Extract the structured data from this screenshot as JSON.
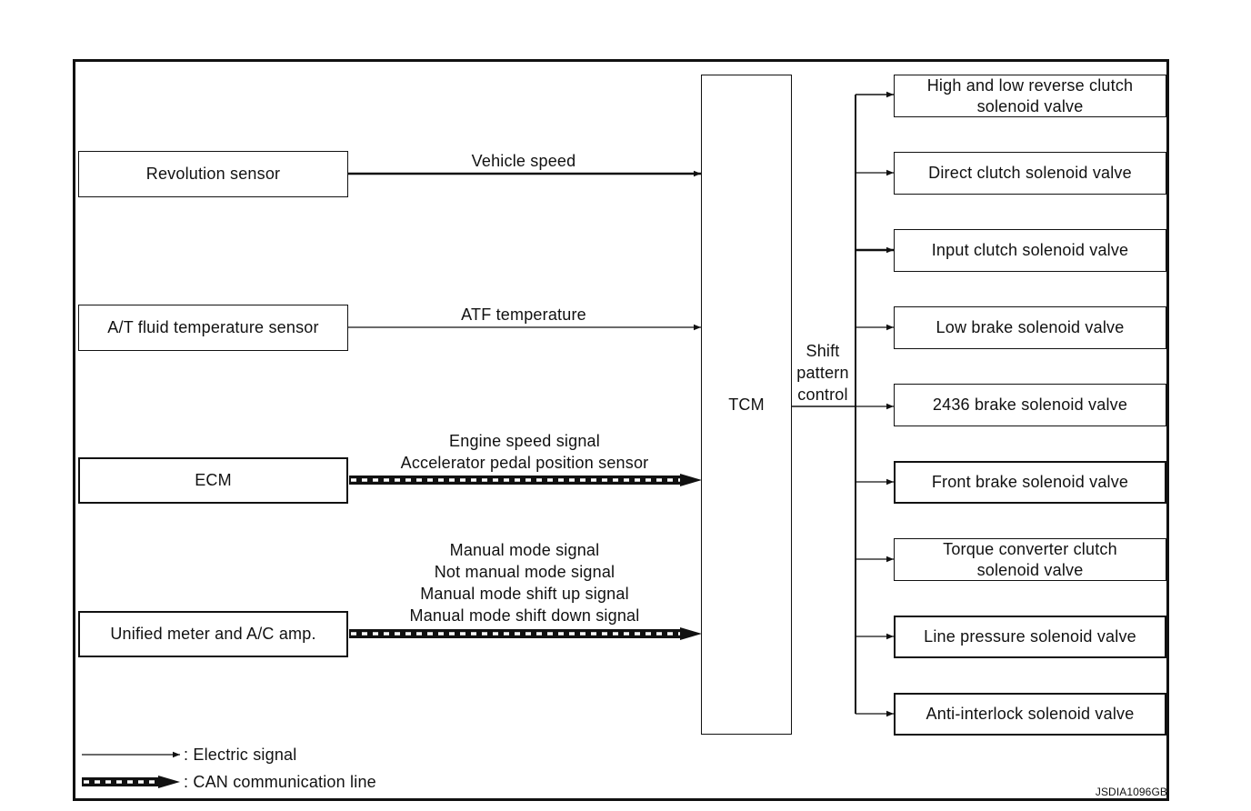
{
  "inputs": [
    {
      "box": "Revolution sensor",
      "signal": [
        "Vehicle speed"
      ],
      "line": "electric"
    },
    {
      "box": "A/T fluid temperature sensor",
      "signal": [
        "ATF temperature"
      ],
      "line": "electric"
    },
    {
      "box": "ECM",
      "signal": [
        "Engine speed signal",
        "Accelerator pedal position sensor"
      ],
      "line": "can"
    },
    {
      "box": "Unified meter and A/C amp.",
      "signal": [
        "Manual mode signal",
        "Not manual mode signal",
        "Manual mode shift up signal",
        "Manual mode shift down signal"
      ],
      "line": "can"
    }
  ],
  "tcm": {
    "label": "TCM"
  },
  "control": {
    "lines": [
      "Shift",
      "pattern",
      "control"
    ]
  },
  "outputs": [
    [
      "High and low reverse clutch",
      "solenoid valve"
    ],
    [
      "Direct clutch solenoid valve"
    ],
    [
      "Input clutch solenoid valve"
    ],
    [
      "Low brake solenoid valve"
    ],
    [
      "2436 brake solenoid valve"
    ],
    [
      "Front brake solenoid valve"
    ],
    [
      "Torque converter clutch",
      "solenoid valve"
    ],
    [
      "Line pressure solenoid valve"
    ],
    [
      "Anti-interlock solenoid valve"
    ]
  ],
  "legend": {
    "electric": ": Electric signal",
    "can": ": CAN communication line"
  },
  "figure_code": "JSDIA1096GB"
}
